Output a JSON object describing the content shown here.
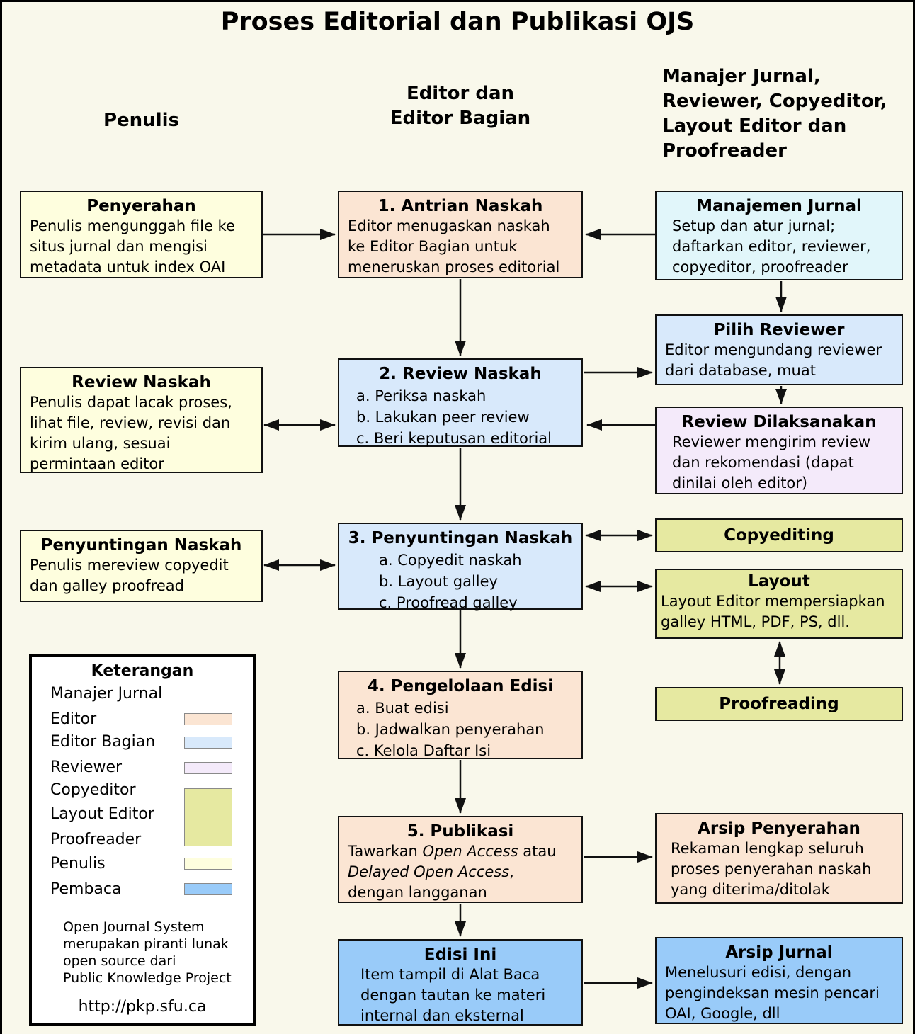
{
  "title": "Proses Editorial dan Publikasi OJS",
  "column_headers": {
    "author": "Penulis",
    "editor": "Editor dan\nEditor Bagian",
    "manager": "Manajer Jurnal,\nReviewer, Copyeditor,\nLayout Editor dan\nProofreader"
  },
  "boxes": {
    "penyerahan": {
      "title": "Penyerahan",
      "body": "Penulis mengunggah file ke\nsitus jurnal dan mengisi\nmetadata untuk index OAI"
    },
    "antrian": {
      "title": "1. Antrian Naskah",
      "body": "Editor menugaskan naskah\nke Editor Bagian untuk\nmeneruskan proses editorial"
    },
    "manajemen": {
      "title": "Manajemen Jurnal",
      "body": "Setup dan atur jurnal;\ndaftarkan editor, reviewer,\ncopyeditor, proofreader"
    },
    "review_naskah_left": {
      "title": "Review Naskah",
      "body": "Penulis dapat lacak proses,\nlihat file, review, revisi dan\nkirim ulang, sesuai\npermintaan editor"
    },
    "review_naskah": {
      "title": "2. Review Naskah",
      "items": [
        "a. Periksa naskah",
        "b. Lakukan peer review",
        "c. Beri keputusan editorial"
      ]
    },
    "pilih_reviewer": {
      "title": "Pilih Reviewer",
      "body": "Editor mengundang reviewer\ndari database, muat"
    },
    "review_dilaksanakan": {
      "title": "Review Dilaksanakan",
      "body": "Reviewer mengirim review\ndan rekomendasi (dapat\ndinilai oleh editor)"
    },
    "penyuntingan_left": {
      "title": "Penyuntingan Naskah",
      "body": "Penulis mereview copyedit\ndan galley proofread"
    },
    "penyuntingan": {
      "title": "3. Penyuntingan Naskah",
      "items": [
        "a. Copyedit naskah",
        "b. Layout galley",
        "c. Proofread galley"
      ]
    },
    "copyediting": {
      "title": "Copyediting"
    },
    "layout": {
      "title": "Layout",
      "body": "Layout Editor mempersiapkan\ngalley HTML, PDF, PS, dll."
    },
    "proofreading": {
      "title": "Proofreading"
    },
    "pengelolaan": {
      "title": "4. Pengelolaan Edisi",
      "items": [
        "a. Buat edisi",
        "b. Jadwalkan penyerahan",
        "c. Kelola Daftar Isi"
      ]
    },
    "publikasi": {
      "title": "5. Publikasi",
      "p1": "Tawarkan ",
      "p2": "Open Access",
      "p3": " atau\n",
      "p4": "Delayed Open Access",
      "p5": ",\ndengan langganan"
    },
    "edisi_ini": {
      "title": "Edisi Ini",
      "body": "Item tampil di Alat Baca\ndengan tautan ke materi\ninternal dan eksternal"
    },
    "arsip_penyerahan": {
      "title": "Arsip Penyerahan",
      "body": "Rekaman lengkap seluruh\nproses penyerahan naskah\nyang diterima/ditolak"
    },
    "arsip_jurnal": {
      "title": "Arsip Jurnal",
      "body": "Menelusuri edisi, dengan\npengindeksan mesin pencari\nOAI, Google, dll"
    }
  },
  "legend": {
    "title": "Keterangan",
    "rows": [
      {
        "label": "Manajer Jurnal"
      },
      {
        "label": "Editor",
        "swatch": "#FBE5D3"
      },
      {
        "label": "Editor Bagian",
        "swatch": "#D8E9FB"
      },
      {
        "label": "Reviewer",
        "swatch": "#F4EAFA"
      },
      {
        "label": "Copyeditor",
        "swatch": "#E6E9A1"
      },
      {
        "label": "Layout Editor",
        "swatch": "#E6E9A1"
      },
      {
        "label": "Proofreader",
        "swatch": "#E6E9A1"
      },
      {
        "label": "Penulis",
        "swatch": "#FEFEDE"
      },
      {
        "label": "Pembaca",
        "swatch": "#99CBF9"
      }
    ],
    "note": "Open Journal System\nmerupakan piranti lunak\nopen source dari\nPublic Knowledge Project",
    "url": "http://pkp.sfu.ca"
  },
  "colors": {
    "background": "#F9F8EB",
    "editor": "#FBE5D3",
    "editor_bagian": "#D8E9FB",
    "manajemen_jurnal": "#E1F6FA",
    "reviewer": "#F4EAFA",
    "copyeditor_layout_proofreader": "#E6E9A1",
    "penulis": "#FEFEDE",
    "pembaca": "#99CBF9"
  }
}
